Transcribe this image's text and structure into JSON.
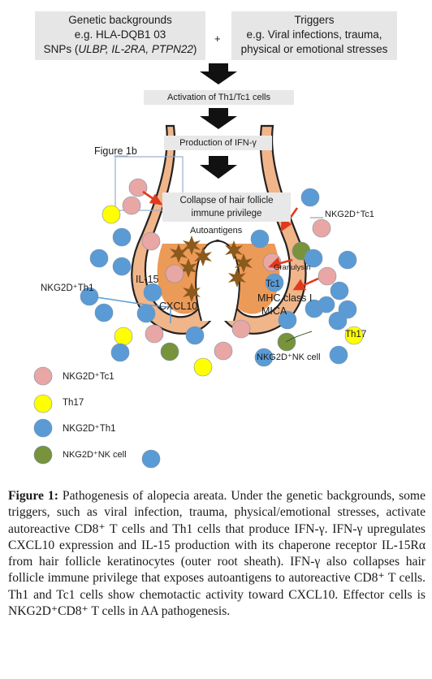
{
  "genetic_box": {
    "line1": "Genetic backgrounds",
    "line2": "e.g. HLA-DQB1 03",
    "line3_prefix": "SNPs (",
    "line3_genes": "ULBP, IL-2RA, PTPN22",
    "line3_suffix": ")"
  },
  "plus_sign": "+",
  "triggers_box": {
    "line1": "Triggers",
    "line2": "e.g. Viral infections, trauma,",
    "line3": "physical or emotional stresses"
  },
  "steps": {
    "activation": "Activation of Th1/Tc1 cells",
    "ifn": "Production of IFN-γ",
    "collapse_line1": "Collapse of hair follicle",
    "collapse_line2": "immune privilege"
  },
  "figure_labels": {
    "figure1b": "Figure 1b",
    "autoantigens": "Autoantigens",
    "il15": "IL-15",
    "cxcl10": "CXCL10",
    "tc1": "Tc1",
    "granulysin": "Granulysin",
    "mhc": "MHC class I",
    "mica": "MICA",
    "nkg2d_tc1_top": "NKG2D⁺Tc1",
    "nkg2d_th1": "NKG2D⁺Th1",
    "th17": "Th17",
    "nkg2d_nk": "NKG2D⁺NK cell"
  },
  "legend": [
    {
      "label": "NKG2D⁺Tc1",
      "color": "#e8a7a4"
    },
    {
      "label": "Th17",
      "color": "#ffff00"
    },
    {
      "label": "NKG2D⁺Th1",
      "color": "#5b9bd5"
    },
    {
      "label": "NKG2D⁺NK cell",
      "color": "#77933c"
    }
  ],
  "colors": {
    "follicle_outer": "#f1b58a",
    "follicle_inner": "#e9883a",
    "arrow_red": "#e03a1e",
    "autoantigen": "#8b5a1c",
    "gray_box": "#e6e6e6"
  },
  "caption": {
    "label": "Figure 1:",
    "text": "Pathogenesis of alopecia areata. Under the genetic backgrounds, some triggers, such as viral infection, trauma, physical/emotional stresses, activate autoreactive CD8⁺ T cells and Th1 cells that produce IFN-γ. IFN-γ upregulates CXCL10 expression and IL-15 production with its chaperone receptor IL-15Rα from hair follicle keratinocytes (outer root sheath). IFN-γ also collapses hair follicle immune privilege that exposes autoantigens to autoreactive CD8⁺ T cells. Th1 and Tc1 cells show chemotactic activity toward CXCL10. Effector cells is NKG2D⁺CD8⁺ T cells in AA pathogenesis."
  }
}
